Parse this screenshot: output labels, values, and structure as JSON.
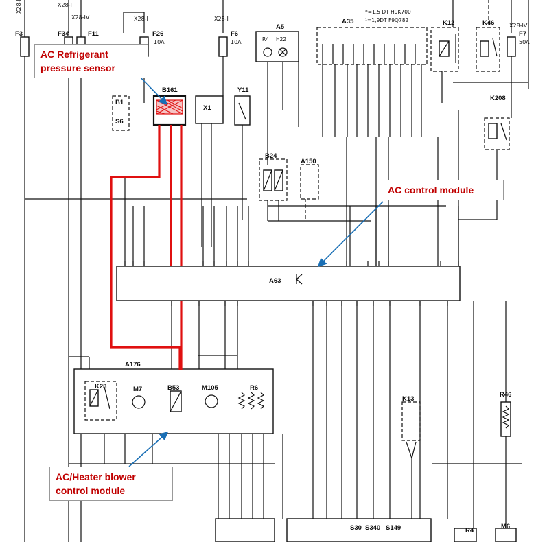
{
  "callouts": {
    "sensor_line1": "AC Refrigerant",
    "sensor_line2": "pressure sensor",
    "control": "AC control module",
    "blower_line1": "AC/Heater blower",
    "blower_line2": "control module"
  },
  "fuses": {
    "f3": "F3",
    "f34": "F34",
    "f11": "F11",
    "f26": "F26",
    "f26_amp": "10A",
    "f6": "F6",
    "f6_amp": "10A",
    "f7": "F7",
    "f7_amp": "50A"
  },
  "supplies": {
    "x28_1": "X28-I",
    "x28_2": "X28-I",
    "x28_3": "X28-IV",
    "x28_4": "X28-I",
    "x28_5": "X28-I",
    "x28_6": "X28-IV"
  },
  "components": {
    "a5": "A5",
    "a35": "A35",
    "a35_note1": "*=1,5 DT H9K700",
    "a35_note2": "¹=1,9DT F9Q782",
    "k12": "K12",
    "k46": "K46",
    "b161": "B161",
    "x1": "X1",
    "y11": "Y11",
    "k208": "K208",
    "b24": "B24",
    "a150": "A150",
    "a63": "A63",
    "a176": "A176",
    "k28": "K28",
    "m7": "M7",
    "b53": "B53",
    "m105": "M105",
    "r6": "R6",
    "k13": "K13",
    "r46": "R46",
    "r4": "R4",
    "m6": "M6",
    "b1": "B1",
    "s6": "S6",
    "r4_pin": "R4",
    "h22": "H22",
    "s30": "S30",
    "s340": "S340",
    "s149": "S149"
  },
  "colors": {
    "highlight": "#e01010",
    "arrow": "#1a6fb5",
    "callout_text": "#c00000"
  }
}
